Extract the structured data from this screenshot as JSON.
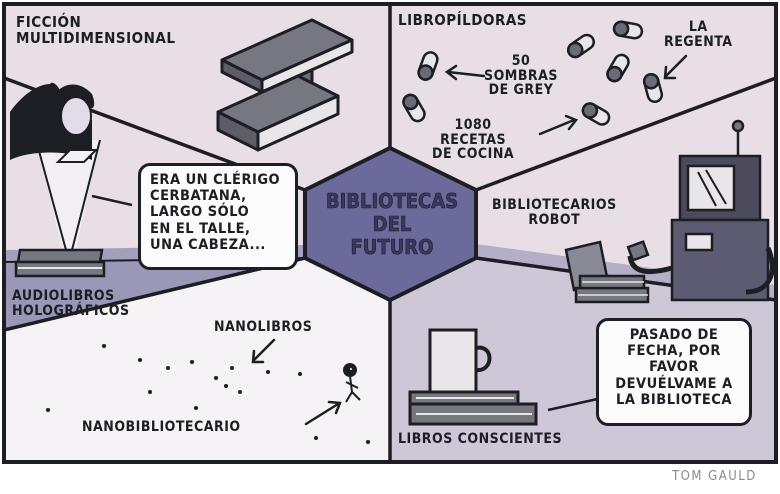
{
  "comic": {
    "title": "BIBLIOTECAS\nDEL\nFUTURO",
    "author": "TOM GAULD",
    "panels": {
      "multidimensional": {
        "label": "FICCIÓN\nMULTIDIMENSIONAL"
      },
      "pills": {
        "label": "LIBROPÍLDORAS",
        "annotations": [
          "50\nSOMBRAS\nDE GREY",
          "LA\nREGENTA",
          "1080\nRECETAS\nDE COCINA"
        ]
      },
      "hologram": {
        "speech": "ERA UN CLÉRIGO\nCERBATANA,\nLARGO SÓLO\nEN EL TALLE,\nUNA CABEZA...",
        "label": "AUDIOLIBROS\nHOLOGRÁFICOS"
      },
      "robot": {
        "label": "BIBLIOTECARIOS\nROBOT"
      },
      "nano": {
        "books_label": "NANOLIBROS",
        "librarian_label": "NANOBIBLIOTECARIO"
      },
      "conscious": {
        "speech": "PASADO DE\nFECHA, POR\nFAVOR\nDEVUÉLVAME A\nLA BIBLIOTECA",
        "label": "LIBROS CONSCIENTES"
      }
    }
  },
  "colors": {
    "ink": "#1d1d24",
    "panel_light": "#e8dfe6",
    "panel_mid": "#cec7d8",
    "panel_dark": "#9b97b6",
    "center_hexagon": "#6c6a9a",
    "object_gray": "#767680"
  }
}
